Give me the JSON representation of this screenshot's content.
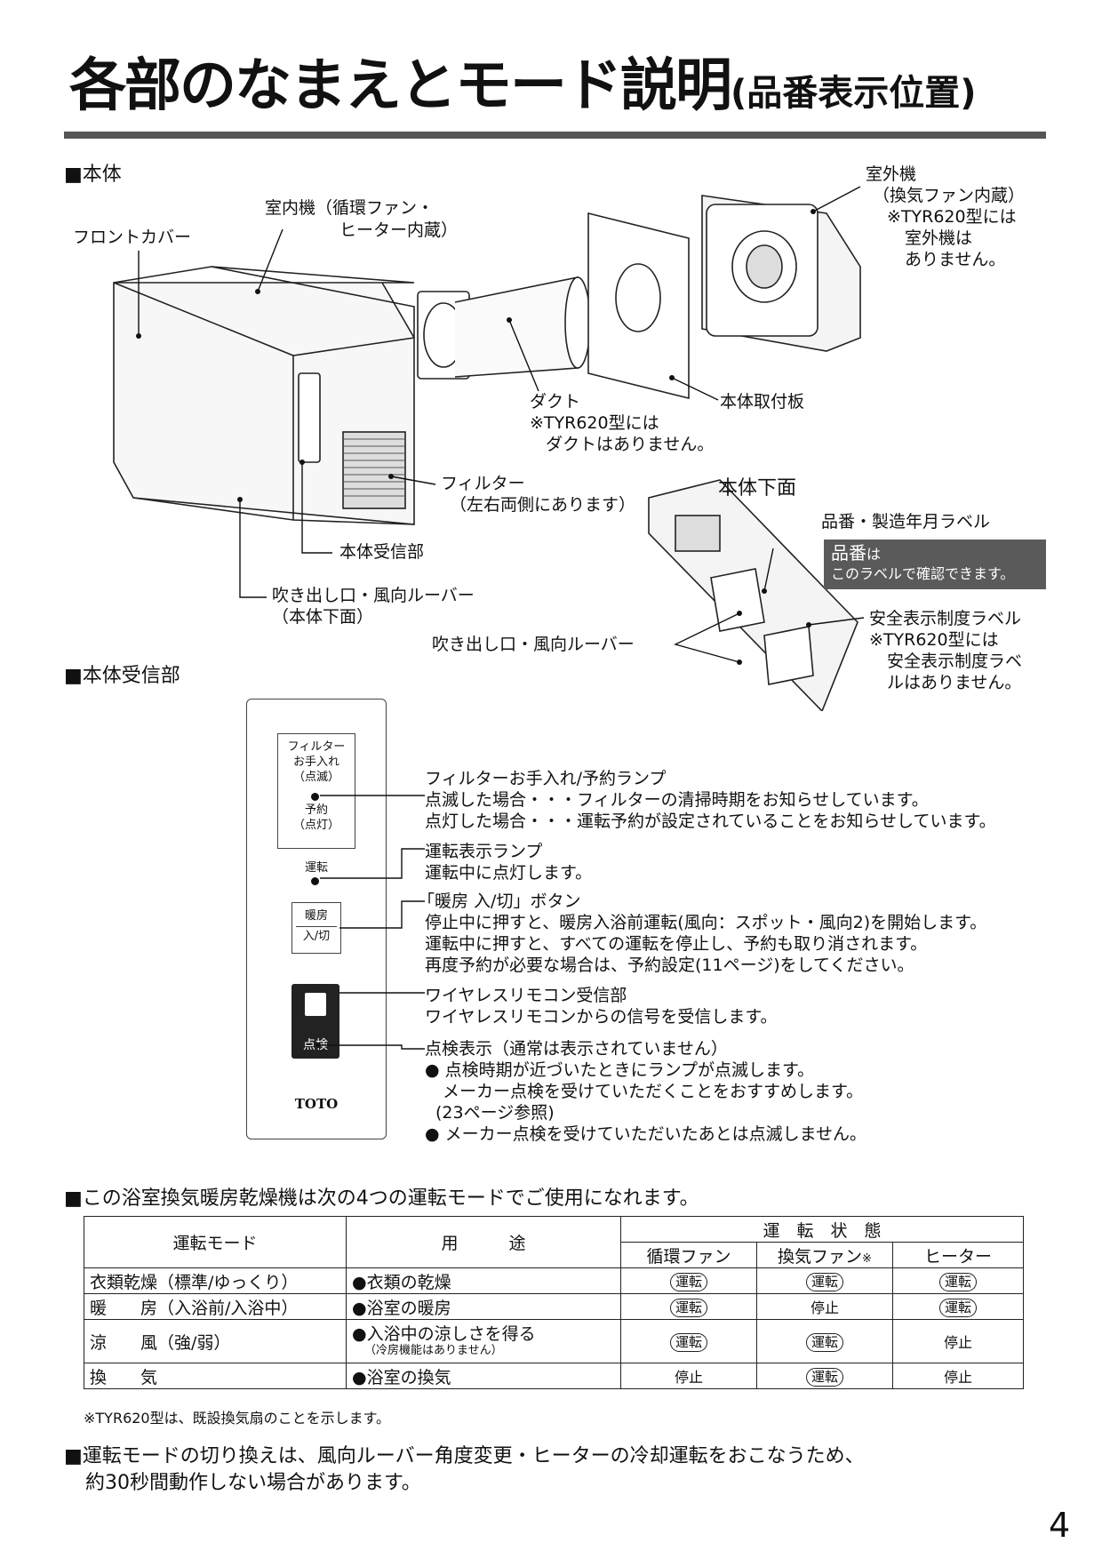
{
  "title": "各部のなまえとモード説明",
  "title_paren": "(品番表示位置)",
  "section_body": "■本体",
  "labels": {
    "front_cover": "フロントカバー",
    "indoor_unit_1": "室内機（循環ファン・",
    "indoor_unit_2": "ヒーター内蔵）",
    "outdoor_1": "室外機",
    "outdoor_2": "（換気ファン内蔵）",
    "outdoor_3": "※TYR620型には",
    "outdoor_4": "室外機は",
    "outdoor_5": "ありません。",
    "duct_1": "ダクト",
    "duct_2": "※TYR620型には",
    "duct_3": "ダクトはありません。",
    "mount_plate": "本体取付板",
    "filter_1": "フィルター",
    "filter_2": "（左右両側にあります）",
    "receiver": "本体受信部",
    "outlet_1": "吹き出し口・風向ルーバー",
    "outlet_2": "（本体下面）",
    "bottom_title": "本体下面",
    "model_label": "品番・製造年月ラベル",
    "model_box_1": "品番",
    "model_box_1b": "は",
    "model_box_2": "このラベルで確認できます。",
    "safety_1": "安全表示制度ラベル",
    "safety_2": "※TYR620型には",
    "safety_3": "安全表示制度ラベ",
    "safety_4": "ルはありません。",
    "outlet_bottom": "吹き出し口・風向ルーバー"
  },
  "section_receiver": "■本体受信部",
  "panel": {
    "filter_1": "フィルター",
    "filter_2": "お手入れ",
    "filter_3": "（点滅）",
    "yoyaku_1": "予約",
    "yoyaku_2": "（点灯）",
    "unten": "運転",
    "danbo_1": "暖房",
    "danbo_2": "入/切",
    "tenken": "点検",
    "brand": "TOTO"
  },
  "receiver_desc": {
    "lamp_1": "フィルターお手入れ/予約ランプ",
    "lamp_2": "点滅した場合・・・フィルターの清掃時期をお知らせしています。",
    "lamp_3": "点灯した場合・・・運転予約が設定されていることをお知らせしています。",
    "run_1": "運転表示ランプ",
    "run_2": "運転中に点灯します。",
    "btn_1": "「暖房 入/切」ボタン",
    "btn_2": "停止中に押すと、暖房入浴前運転(風向：スポット・風向2)を開始します。",
    "btn_3": "運転中に押すと、すべての運転を停止し、予約も取り消されます。",
    "btn_4": "再度予約が必要な場合は、予約設定(11ページ)をしてください。",
    "wl_1": "ワイヤレスリモコン受信部",
    "wl_2": "ワイヤレスリモコンからの信号を受信します。",
    "insp_1": "点検表示（通常は表示されていません）",
    "insp_2": "● 点検時期が近づいたときにランプが点滅します。",
    "insp_3": "メーカー点検を受けていただくことをおすすめします。",
    "insp_4": "(23ページ参照)",
    "insp_5": "● メーカー点検を受けていただいたあとは点滅しません。"
  },
  "modes_heading": "■この浴室換気暖房乾燥機は次の4つの運転モードでご使用になれます。",
  "table": {
    "h_mode": "運転モード",
    "h_use": "用　　　途",
    "h_state": "運　転　状　態",
    "h_circ": "循環ファン",
    "h_vent": "換気ファン",
    "h_vent_mark": "※",
    "h_heater": "ヒーター",
    "rows": [
      {
        "mode": "衣類乾燥（標準/ゆっくり）",
        "use": "●衣類の乾燥",
        "use_note": "",
        "circ": "運転",
        "vent": "運転",
        "heater": "運転"
      },
      {
        "mode": "暖　　房（入浴前/入浴中）",
        "use": "●浴室の暖房",
        "use_note": "",
        "circ": "運転",
        "vent": "停止",
        "heater": "運転"
      },
      {
        "mode": "涼　　風（強/弱）",
        "use": "●入浴中の涼しさを得る",
        "use_note": "（冷房機能はありません）",
        "circ": "運転",
        "vent": "運転",
        "heater": "停止"
      },
      {
        "mode": "換　　気",
        "use": "●浴室の換気",
        "use_note": "",
        "circ": "停止",
        "vent": "運転",
        "heater": "停止"
      }
    ],
    "footnote": "※TYR620型は、既設換気扇のことを示します。"
  },
  "switch_note_1": "■運転モードの切り換えは、風向ルーバー角度変更・ヒーターの冷却運転をおこなうため、",
  "switch_note_2": "約30秒間動作しない場合があります。",
  "page_number": "4"
}
